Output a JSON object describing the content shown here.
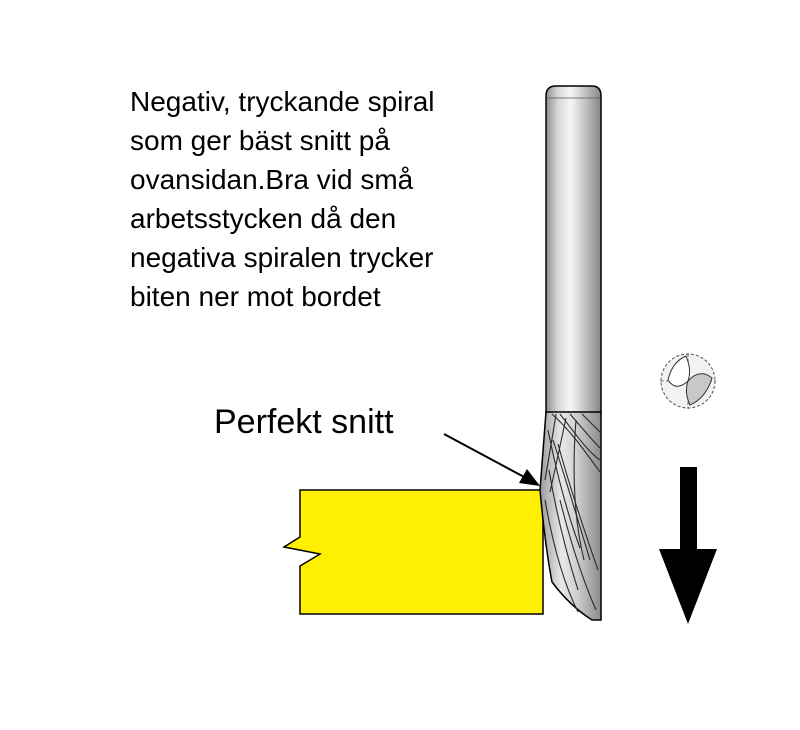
{
  "description": {
    "lines": [
      "Negativ, tryckande spiral",
      "som ger bäst snitt på",
      "ovansidan.Bra vid små",
      "arbetsstycken då den",
      "negativa spiralen trycker",
      "biten ner mot bordet"
    ]
  },
  "callout": {
    "label": "Perfekt snitt"
  },
  "colors": {
    "workpiece": "#ffef00",
    "tool_metal": "#b8b8b8",
    "arrow": "#000000"
  },
  "icons": {
    "cross_section": "bit-cross-section-icon",
    "direction": "down-arrow-icon"
  }
}
